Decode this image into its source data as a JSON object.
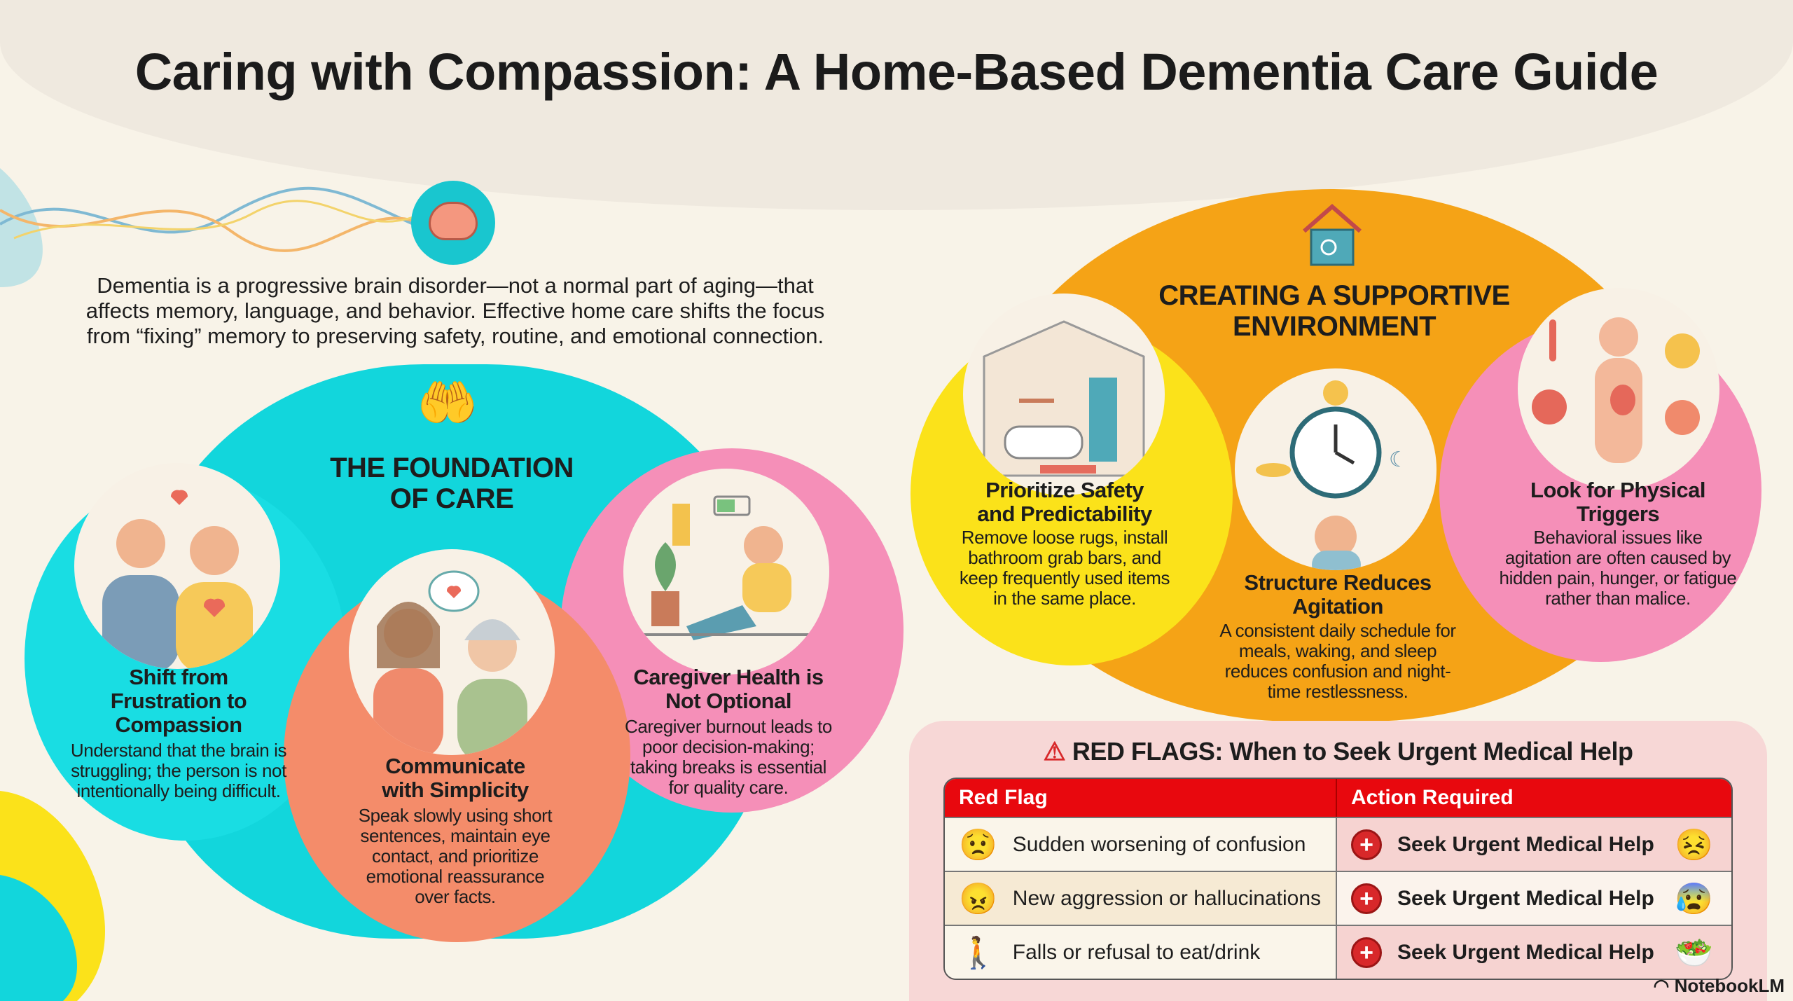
{
  "title": "Caring with Compassion: A Home-Based Dementia Care Guide",
  "intro": "Dementia is a progressive brain disorder—not a normal part of aging—that affects memory, language, and behavior. Effective home care shifts the focus from “fixing” memory to preserving safety, routine, and emotional connection.",
  "foundation": {
    "heading": "THE FOUNDATION OF CARE",
    "items": [
      {
        "title": "Shift from Frustration to Compassion",
        "text": "Understand that the brain is struggling; the person is not intentionally being difficult."
      },
      {
        "title": "Communicate with Simplicity",
        "text": "Speak slowly using short sentences, maintain eye contact, and prioritize emotional reassurance over facts."
      },
      {
        "title": "Caregiver Health is Not Optional",
        "text": "Caregiver burnout leads to poor decision-making; taking breaks is essential for quality care."
      }
    ]
  },
  "environment": {
    "heading": "CREATING A SUPPORTIVE ENVIRONMENT",
    "items": [
      {
        "title": "Prioritize Safety and Predictability",
        "text": "Remove loose rugs, install bathroom grab bars, and keep frequently used items in the same place."
      },
      {
        "title": "Structure Reduces Agitation",
        "text": "A consistent daily schedule for meals, waking, and sleep reduces confusion and night-time restlessness."
      },
      {
        "title": "Look for Physical Triggers",
        "text": "Behavioral issues like agitation are often caused by hidden pain, hunger, or fatigue rather than malice."
      }
    ]
  },
  "red_flags": {
    "heading": "RED FLAGS: When to Seek Urgent Medical Help",
    "columns": [
      "Red Flag",
      "Action Required"
    ],
    "rows": [
      {
        "flag": "Sudden worsening of confusion",
        "action": "Seek Urgent Medical Help"
      },
      {
        "flag": "New aggression or hallucinations",
        "action": "Seek Urgent Medical Help"
      },
      {
        "flag": "Falls or refusal to eat/drink",
        "action": "Seek Urgent Medical Help"
      }
    ]
  },
  "brand": "NotebookLM",
  "colors": {
    "teal": "#12d6dc",
    "orange": "#f5a316",
    "pink": "#f58fb8",
    "coral": "#f48c6a",
    "yellow": "#fbe21a",
    "red": "#e8080e"
  }
}
